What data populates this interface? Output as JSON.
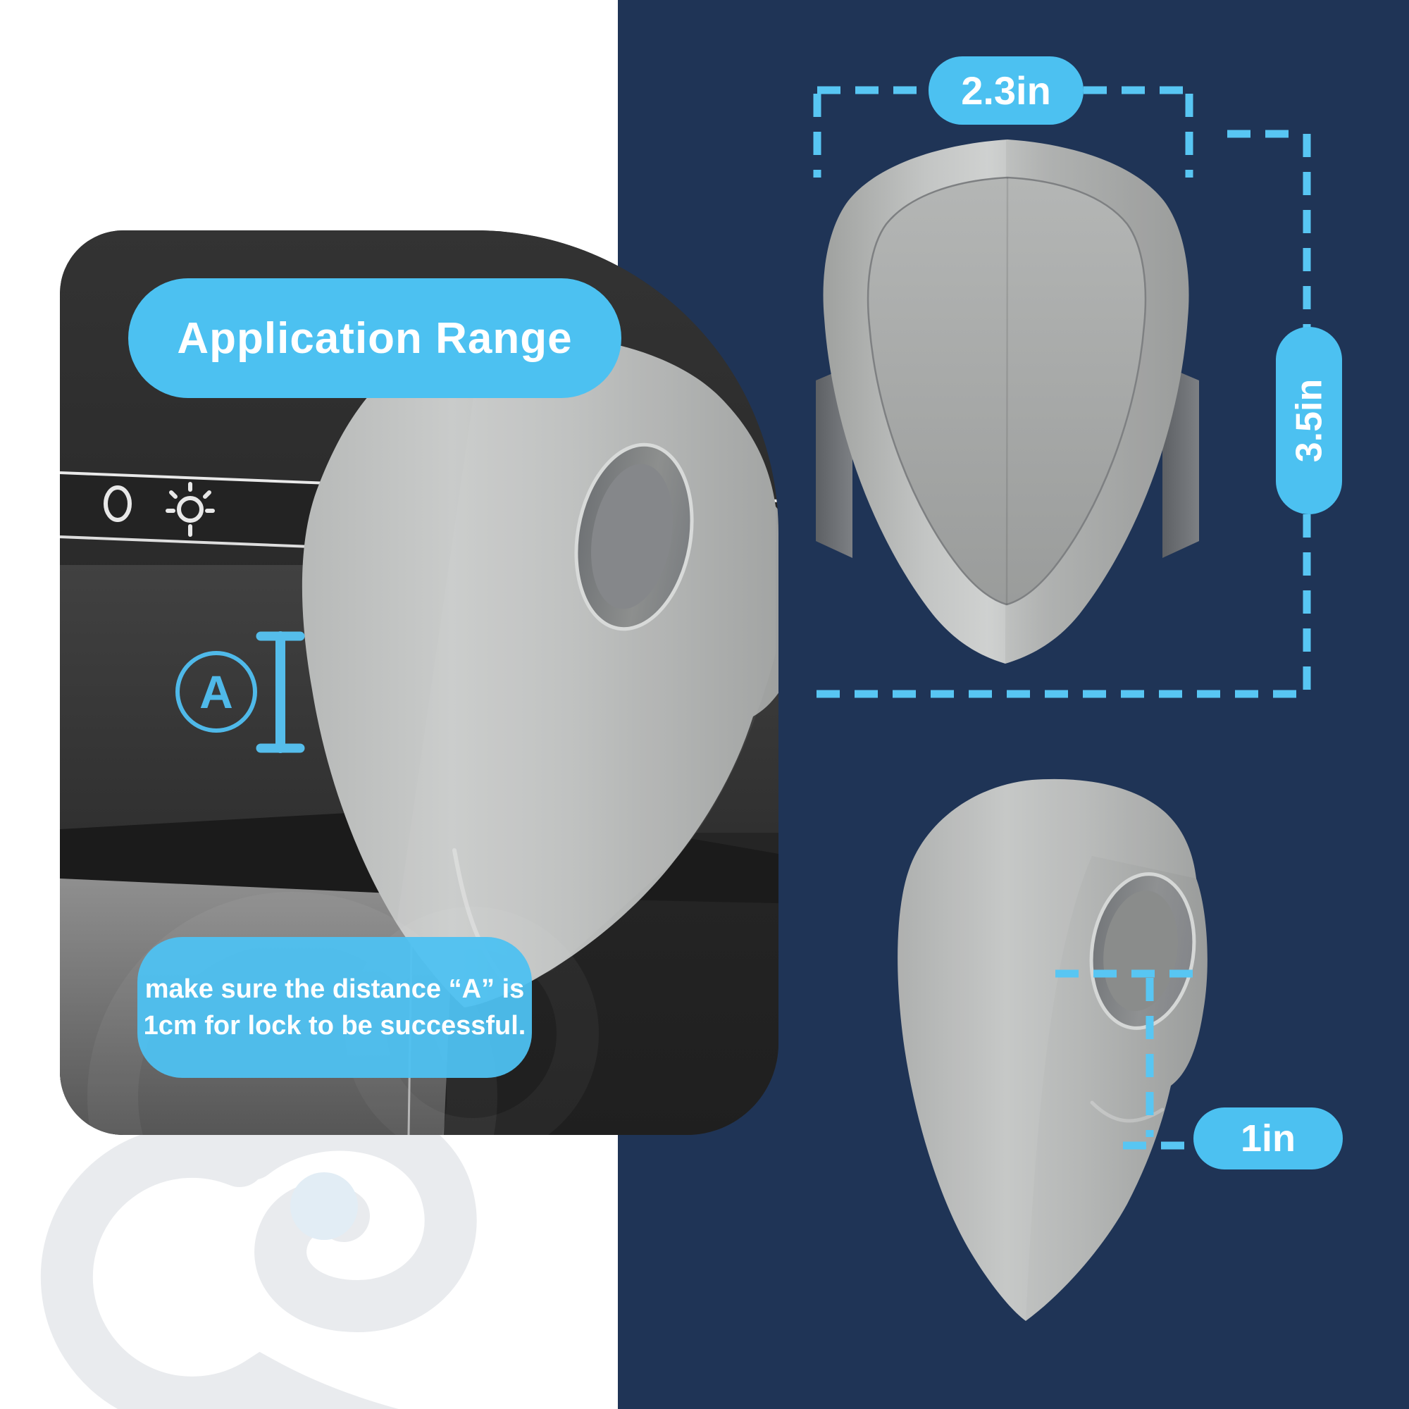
{
  "colors": {
    "navy_background": "#1f3456",
    "accent_blue": "#4cc1f1",
    "dash_blue": "#58c6f3",
    "indicator_blue": "#4fb9e9",
    "card_dark": "#2c2c2c",
    "watermark_gray": "#e9ebee",
    "watermark_dot_blue": "#e2edf5",
    "text_white": "#ffffff",
    "product_gray": "#b8bab9"
  },
  "left_card": {
    "title": "Application Range",
    "marker_letter": "A",
    "caption_line1": "make sure the distance “A” is",
    "caption_line2": "1cm for lock to be successful.",
    "photo_icons": [
      "oval-indicator-icon",
      "light-icon",
      "i-beam-ruler-icon",
      "distance-marker-icon"
    ]
  },
  "dimensions": {
    "width_label": "2.3in",
    "height_label": "3.5in",
    "depth_label": "1in"
  }
}
